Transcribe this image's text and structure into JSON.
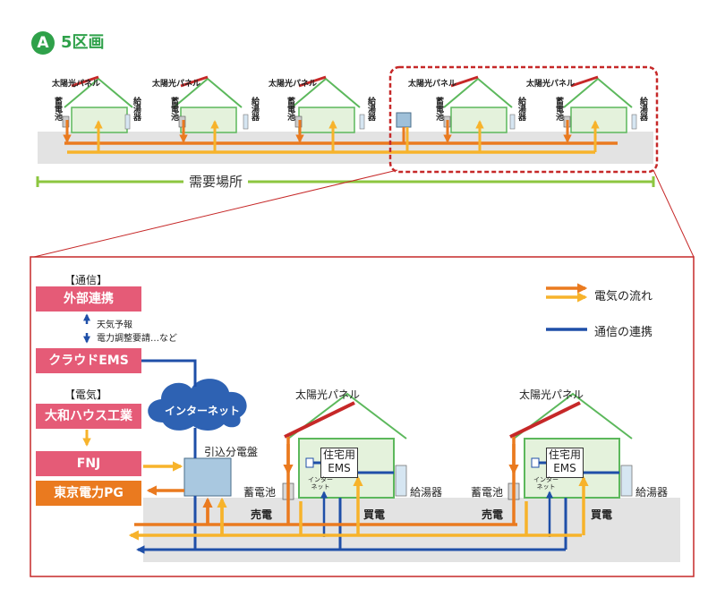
{
  "header": {
    "badge": "A",
    "title": "5区画"
  },
  "top": {
    "panel_label": "太陽光パネル",
    "battery_label": "蓄電池",
    "heater_label": "給湯器",
    "demand_label": "需要場所"
  },
  "detail": {
    "comm_heading": "【通信】",
    "elec_heading": "【電気】",
    "external_link": "外部連携",
    "forecast_note_1": "天気予報",
    "forecast_note_2": "電力調整要請…など",
    "cloud_ems": "クラウドEMS",
    "daiwa": "大和ハウス工業",
    "fnj": "FNJ",
    "tepco": "東京電力PG",
    "internet": "インターネット",
    "main_panel": "引込分電盤",
    "panel_label": "太陽光パネル",
    "ems_line1": "住宅用",
    "ems_line2": "EMS",
    "inter_net_1": "インター",
    "inter_net_2": "ネット",
    "battery": "蓄電池",
    "heater": "給湯器",
    "sell": "売電",
    "buy": "買電"
  },
  "legend": {
    "power_flow": "電気の流れ",
    "comm_link": "通信の連携"
  },
  "colors": {
    "accent_green": "#2fa14a",
    "power_orange": "#ea7a1f",
    "power_yellow": "#f7b32b",
    "comm_blue": "#1f4fa8",
    "frame_red": "#c62828",
    "label_pink": "#e55b77"
  }
}
